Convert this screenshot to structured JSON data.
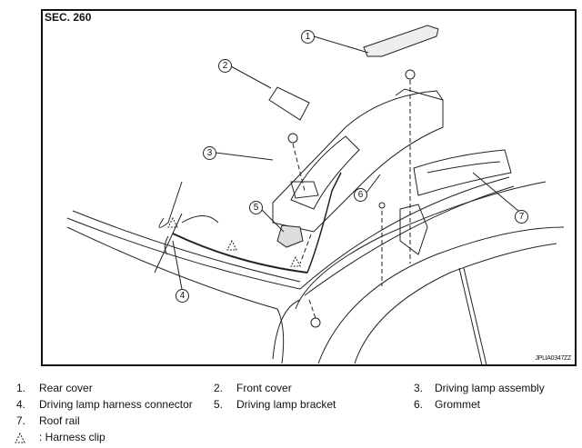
{
  "section": "SEC. 260",
  "figure_code": "JPLIA0347ZZ",
  "callouts": [
    "1",
    "2",
    "3",
    "4",
    "5",
    "6",
    "7"
  ],
  "legend": [
    {
      "num": "1.",
      "label": "Rear cover"
    },
    {
      "num": "2.",
      "label": "Front cover"
    },
    {
      "num": "3.",
      "label": "Driving lamp assembly"
    },
    {
      "num": "4.",
      "label": "Driving lamp harness connector"
    },
    {
      "num": "5.",
      "label": "Driving lamp bracket"
    },
    {
      "num": "6.",
      "label": "Grommet"
    },
    {
      "num": "7.",
      "label": "Roof rail"
    }
  ],
  "symbol_legend": {
    "label": ": Harness clip"
  }
}
